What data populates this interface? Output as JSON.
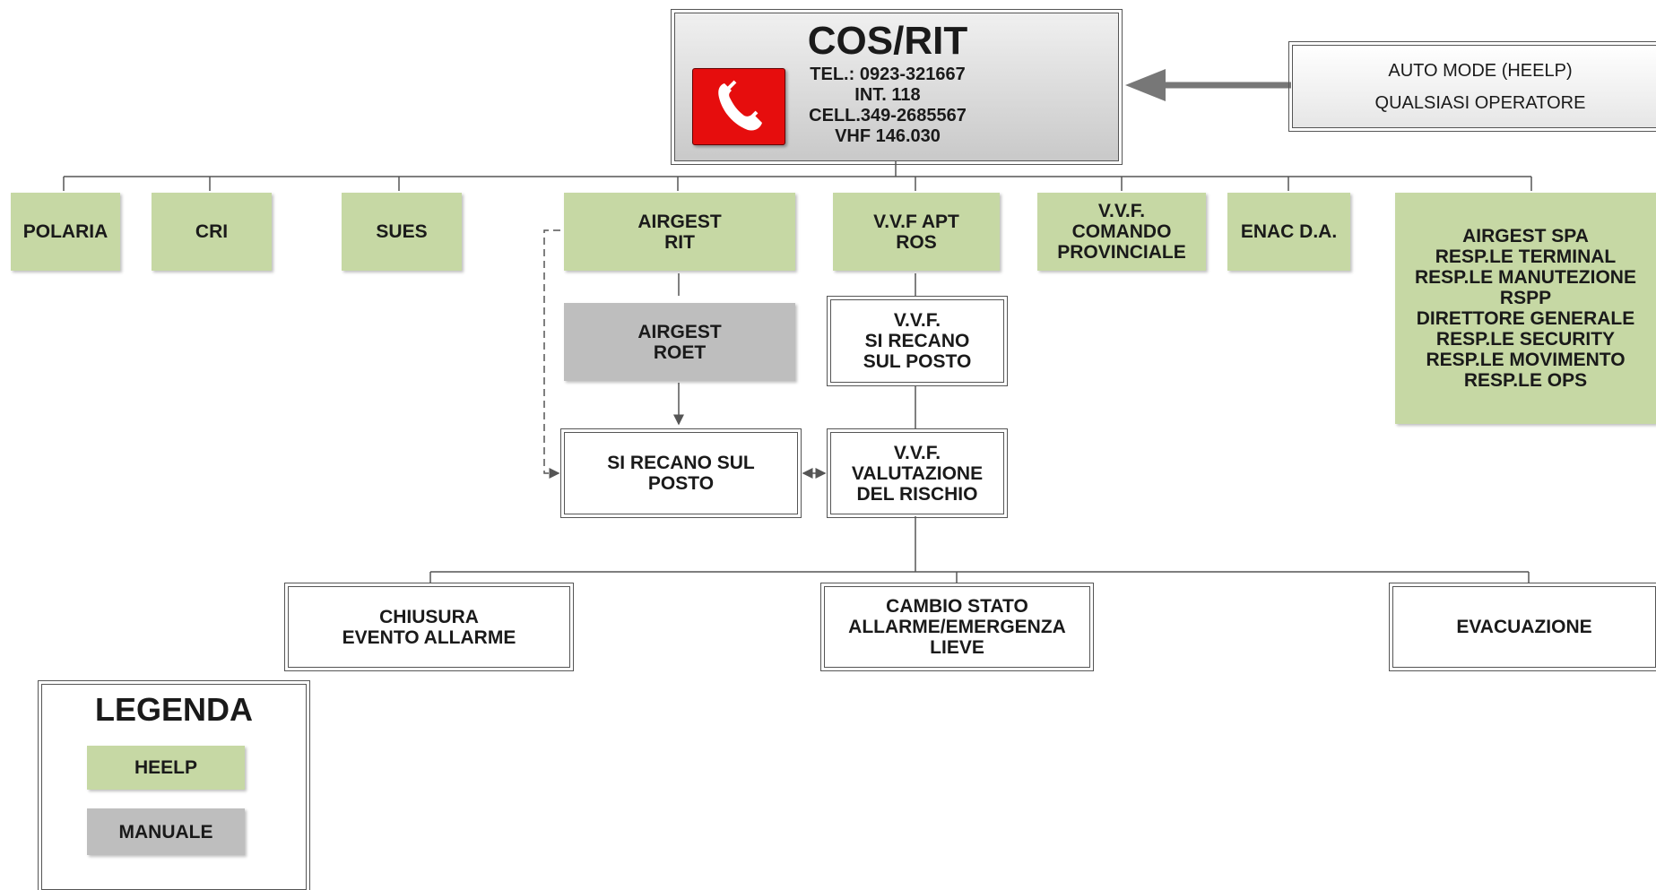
{
  "main_node": {
    "title": "COS/RIT",
    "tel": "TEL.: 0923-321667",
    "int": "INT. 118",
    "cell": "CELL.349-2685567",
    "vhf": "VHF 146.030"
  },
  "auto_mode": {
    "line1": "AUTO MODE (HEELP)",
    "line2": "QUALSIASI OPERATORE"
  },
  "nodes": {
    "polaria": "POLARIA",
    "cri": "CRI",
    "sues": "SUES",
    "airgest_rit": [
      "AIRGEST",
      "RIT"
    ],
    "vvf_apt_ros": [
      "V.V.F APT",
      "ROS"
    ],
    "vvf_comando": [
      "V.V.F.",
      "COMANDO",
      "PROVINCIALE"
    ],
    "enac": "ENAC D.A.",
    "airgest_spa": [
      "AIRGEST SPA",
      "RESP.LE TERMINAL",
      "RESP.LE MANUTEZIONE",
      "RSPP",
      "DIRETTORE GENERALE",
      "RESP.LE SECURITY",
      "RESP.LE MOVIMENTO",
      "RESP.LE OPS"
    ],
    "airgest_roet": [
      "AIRGEST",
      "ROET"
    ],
    "vvf_si_recano": [
      "V.V.F.",
      "SI RECANO",
      "SUL POSTO"
    ],
    "si_recano_sul_posto": [
      "SI RECANO SUL",
      "POSTO"
    ],
    "vvf_valutazione": [
      "V.V.F.",
      "VALUTAZIONE",
      "DEL RISCHIO"
    ],
    "chiusura": [
      "CHIUSURA",
      "EVENTO ALLARME"
    ],
    "cambio_stato": [
      "CAMBIO STATO",
      "ALLARME/EMERGENZA",
      "LIEVE"
    ],
    "evacuazione": "EVACUAZIONE"
  },
  "legend": {
    "title": "LEGENDA",
    "heelp": "HEELP",
    "manuale": "MANUALE"
  },
  "colors": {
    "heelp_green": "#c6d8a4",
    "manuale_grey": "#bebebe",
    "phone_red": "#e60d0d",
    "connector": "#555555"
  },
  "icons": [
    "phone-icon"
  ]
}
